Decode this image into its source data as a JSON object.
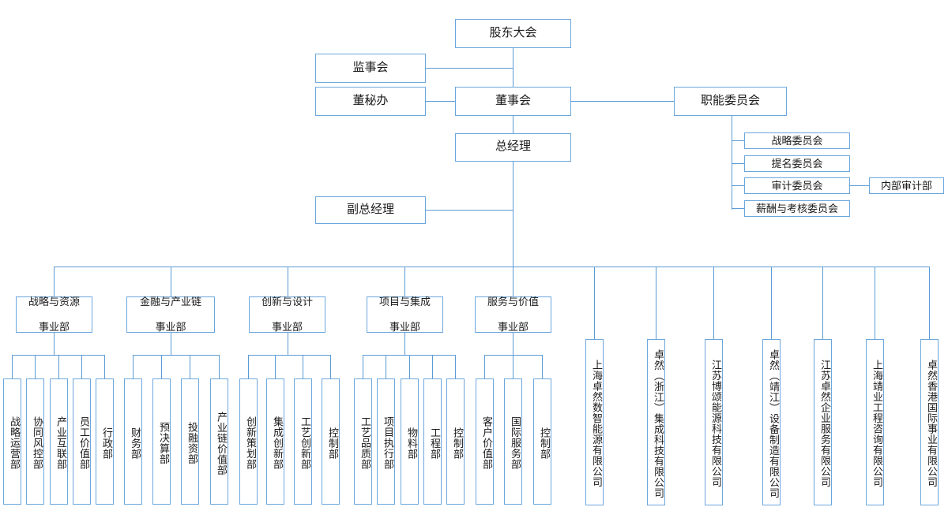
{
  "meta": {
    "title": "公司组织架构图",
    "accent_color": "#5b9bd5",
    "border_color": "#6ba7dd",
    "background": "#ffffff"
  },
  "governance": {
    "shareholders_meeting": "股东大会",
    "supervisory_board": "监事会",
    "board_secretary_office": "董秘办",
    "board_of_directors": "董事会",
    "functional_committee": "职能委员会",
    "general_manager": "总经理",
    "deputy_general_manager": "副总经理"
  },
  "committees": [
    {
      "label": "战略委员会"
    },
    {
      "label": "提名委员会"
    },
    {
      "label": "审计委员会",
      "child": "内部审计部"
    },
    {
      "label": "薪酬与考核委员会"
    }
  ],
  "internal_audit": "内部审计部",
  "divisions": [
    {
      "name_line1": "战略与资源",
      "name_line2": "事业部",
      "departments": [
        "战略运营部",
        "协同风控部",
        "产业互联部",
        "员工价值部",
        "行政部"
      ]
    },
    {
      "name_line1": "金融与产业链",
      "name_line2": "事业部",
      "departments": [
        "财务部",
        "预决算部",
        "投融资部",
        "产业链价值部"
      ]
    },
    {
      "name_line1": "创新与设计",
      "name_line2": "事业部",
      "departments": [
        "创新策划部",
        "集成创新部",
        "工艺创新部",
        "控制部"
      ]
    },
    {
      "name_line1": "项目与集成",
      "name_line2": "事业部",
      "departments": [
        "工艺品质部",
        "项目执行部",
        "物料部",
        "工程部",
        "控制部"
      ]
    },
    {
      "name_line1": "服务与价值",
      "name_line2": "事业部",
      "departments": [
        "客户价值部",
        "国际服务部",
        "控制部"
      ]
    }
  ],
  "subsidiaries": [
    "上海卓然数智能源有限公司",
    "卓然（浙江）集成科技有限公司",
    "江苏博颂能源科技有限公司",
    "卓然（靖江）设备制造有限公司",
    "江苏卓然企业服务有限公司",
    "上海靖业工程咨询有限公司",
    "卓然香港国际事业有限公司"
  ]
}
